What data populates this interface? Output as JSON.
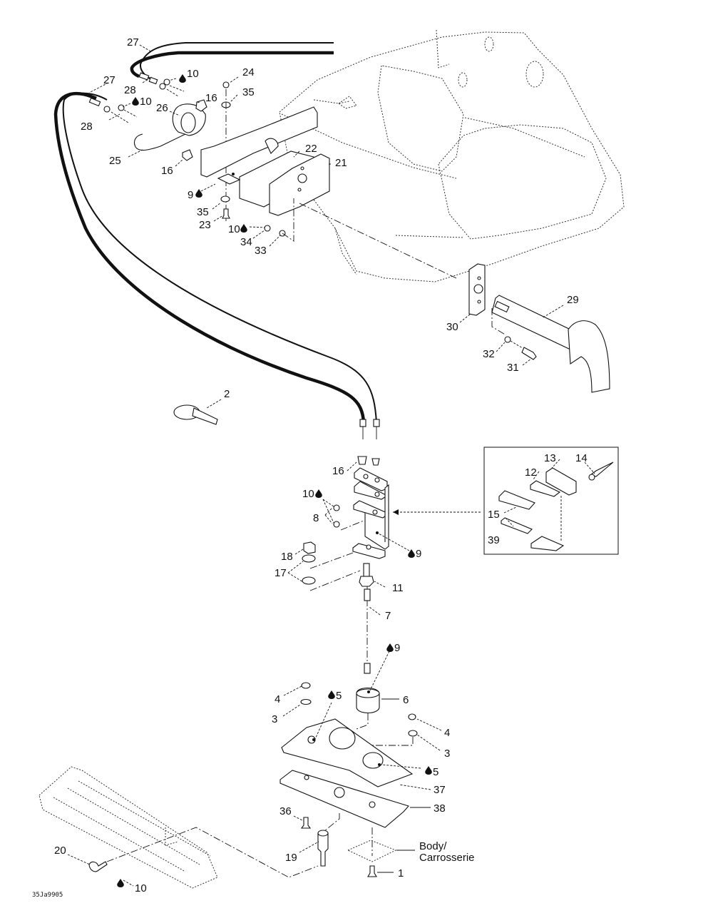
{
  "diagram": {
    "drawing_code": "35Ja9905",
    "body_label_line1": "Body/",
    "body_label_line2": "Carrosserie",
    "parts": [
      {
        "id": "27a",
        "label": "27",
        "name": "Cable (upper)"
      },
      {
        "id": "27b",
        "label": "27",
        "name": "Cable (lower)"
      },
      {
        "id": "28a",
        "label": "28",
        "name": "Cable end fitting"
      },
      {
        "id": "28b",
        "label": "28",
        "name": "Cable end fitting"
      },
      {
        "id": "10a",
        "label": "10",
        "adhesive": true
      },
      {
        "id": "10b",
        "label": "10",
        "adhesive": true
      },
      {
        "id": "24",
        "label": "24"
      },
      {
        "id": "35a",
        "label": "35"
      },
      {
        "id": "16a",
        "label": "16"
      },
      {
        "id": "26",
        "label": "26"
      },
      {
        "id": "25",
        "label": "25"
      },
      {
        "id": "16b",
        "label": "16"
      },
      {
        "id": "22",
        "label": "22"
      },
      {
        "id": "21",
        "label": "21"
      },
      {
        "id": "9a",
        "label": "9",
        "adhesive": true
      },
      {
        "id": "35b",
        "label": "35"
      },
      {
        "id": "23",
        "label": "23"
      },
      {
        "id": "10c",
        "label": "10",
        "adhesive": true
      },
      {
        "id": "34",
        "label": "34"
      },
      {
        "id": "33",
        "label": "33"
      },
      {
        "id": "29",
        "label": "29"
      },
      {
        "id": "30",
        "label": "30"
      },
      {
        "id": "32",
        "label": "32"
      },
      {
        "id": "31",
        "label": "31"
      },
      {
        "id": "2",
        "label": "2"
      },
      {
        "id": "16c",
        "label": "16"
      },
      {
        "id": "10d",
        "label": "10",
        "adhesive": true
      },
      {
        "id": "8",
        "label": "8"
      },
      {
        "id": "9b",
        "label": "9",
        "adhesive": true
      },
      {
        "id": "18",
        "label": "18"
      },
      {
        "id": "17",
        "label": "17"
      },
      {
        "id": "11",
        "label": "11"
      },
      {
        "id": "7",
        "label": "7"
      },
      {
        "id": "13",
        "label": "13"
      },
      {
        "id": "14",
        "label": "14"
      },
      {
        "id": "12",
        "label": "12"
      },
      {
        "id": "15",
        "label": "15"
      },
      {
        "id": "39",
        "label": "39"
      },
      {
        "id": "9c",
        "label": "9",
        "adhesive": true
      },
      {
        "id": "4a",
        "label": "4"
      },
      {
        "id": "3a",
        "label": "3"
      },
      {
        "id": "5a",
        "label": "5",
        "adhesive": true
      },
      {
        "id": "6",
        "label": "6"
      },
      {
        "id": "4b",
        "label": "4"
      },
      {
        "id": "3b",
        "label": "3"
      },
      {
        "id": "5b",
        "label": "5",
        "adhesive": true
      },
      {
        "id": "37",
        "label": "37"
      },
      {
        "id": "38",
        "label": "38"
      },
      {
        "id": "36",
        "label": "36"
      },
      {
        "id": "19",
        "label": "19"
      },
      {
        "id": "1",
        "label": "1"
      },
      {
        "id": "20",
        "label": "20"
      },
      {
        "id": "10e",
        "label": "10",
        "adhesive": true
      }
    ]
  }
}
